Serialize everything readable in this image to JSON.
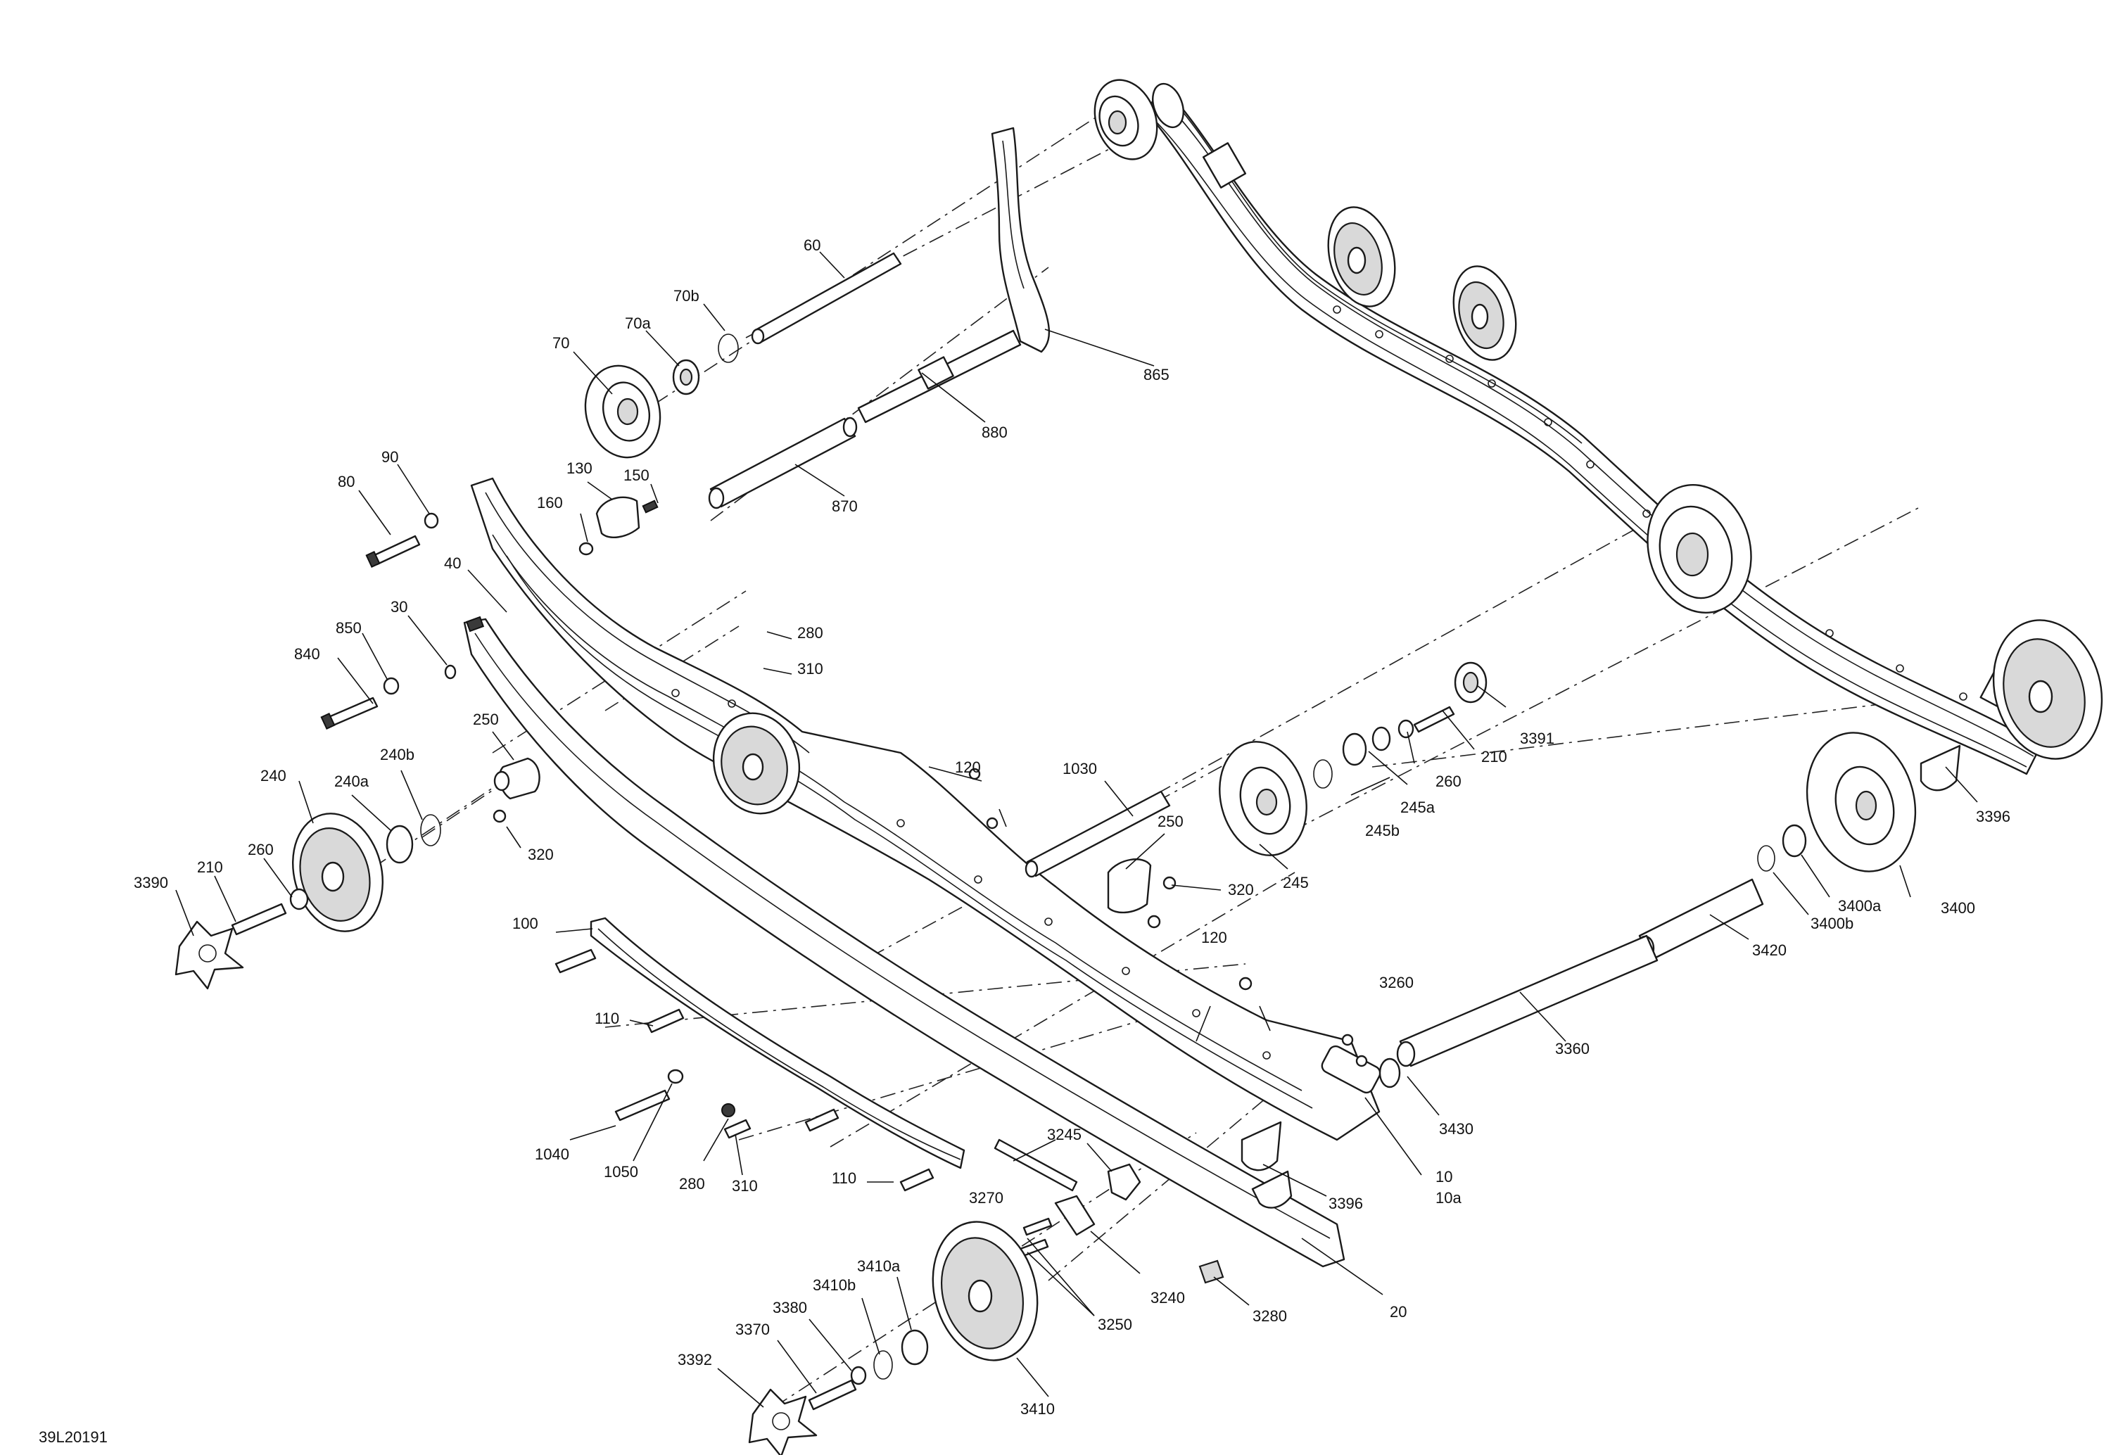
{
  "reference_code": "39L20191",
  "callouts": [
    {
      "label": "60"
    },
    {
      "label": "70b"
    },
    {
      "label": "70a"
    },
    {
      "label": "70"
    },
    {
      "label": "865"
    },
    {
      "label": "880"
    },
    {
      "label": "870"
    },
    {
      "label": "90"
    },
    {
      "label": "80"
    },
    {
      "label": "130"
    },
    {
      "label": "150"
    },
    {
      "label": "160"
    },
    {
      "label": "40"
    },
    {
      "label": "30"
    },
    {
      "label": "850"
    },
    {
      "label": "840"
    },
    {
      "label": "280"
    },
    {
      "label": "310"
    },
    {
      "label": "250"
    },
    {
      "label": "240"
    },
    {
      "label": "240a"
    },
    {
      "label": "240b"
    },
    {
      "label": "320"
    },
    {
      "label": "210"
    },
    {
      "label": "260"
    },
    {
      "label": "3390"
    },
    {
      "label": "120"
    },
    {
      "label": "1030"
    },
    {
      "label": "250"
    },
    {
      "label": "320"
    },
    {
      "label": "245"
    },
    {
      "label": "245a"
    },
    {
      "label": "245b"
    },
    {
      "label": "260"
    },
    {
      "label": "210"
    },
    {
      "label": "3391"
    },
    {
      "label": "3396"
    },
    {
      "label": "3400"
    },
    {
      "label": "3400a"
    },
    {
      "label": "3400b"
    },
    {
      "label": "3420"
    },
    {
      "label": "100"
    },
    {
      "label": "110"
    },
    {
      "label": "120"
    },
    {
      "label": "3260"
    },
    {
      "label": "3360"
    },
    {
      "label": "3430"
    },
    {
      "label": "1040"
    },
    {
      "label": "1050"
    },
    {
      "label": "280"
    },
    {
      "label": "310"
    },
    {
      "label": "110"
    },
    {
      "label": "3245"
    },
    {
      "label": "3270"
    },
    {
      "label": "3396"
    },
    {
      "label": "10"
    },
    {
      "label": "10a"
    },
    {
      "label": "3240"
    },
    {
      "label": "3280"
    },
    {
      "label": "20"
    },
    {
      "label": "3250"
    },
    {
      "label": "3410a"
    },
    {
      "label": "3410b"
    },
    {
      "label": "3380"
    },
    {
      "label": "3370"
    },
    {
      "label": "3392"
    },
    {
      "label": "3410"
    }
  ]
}
